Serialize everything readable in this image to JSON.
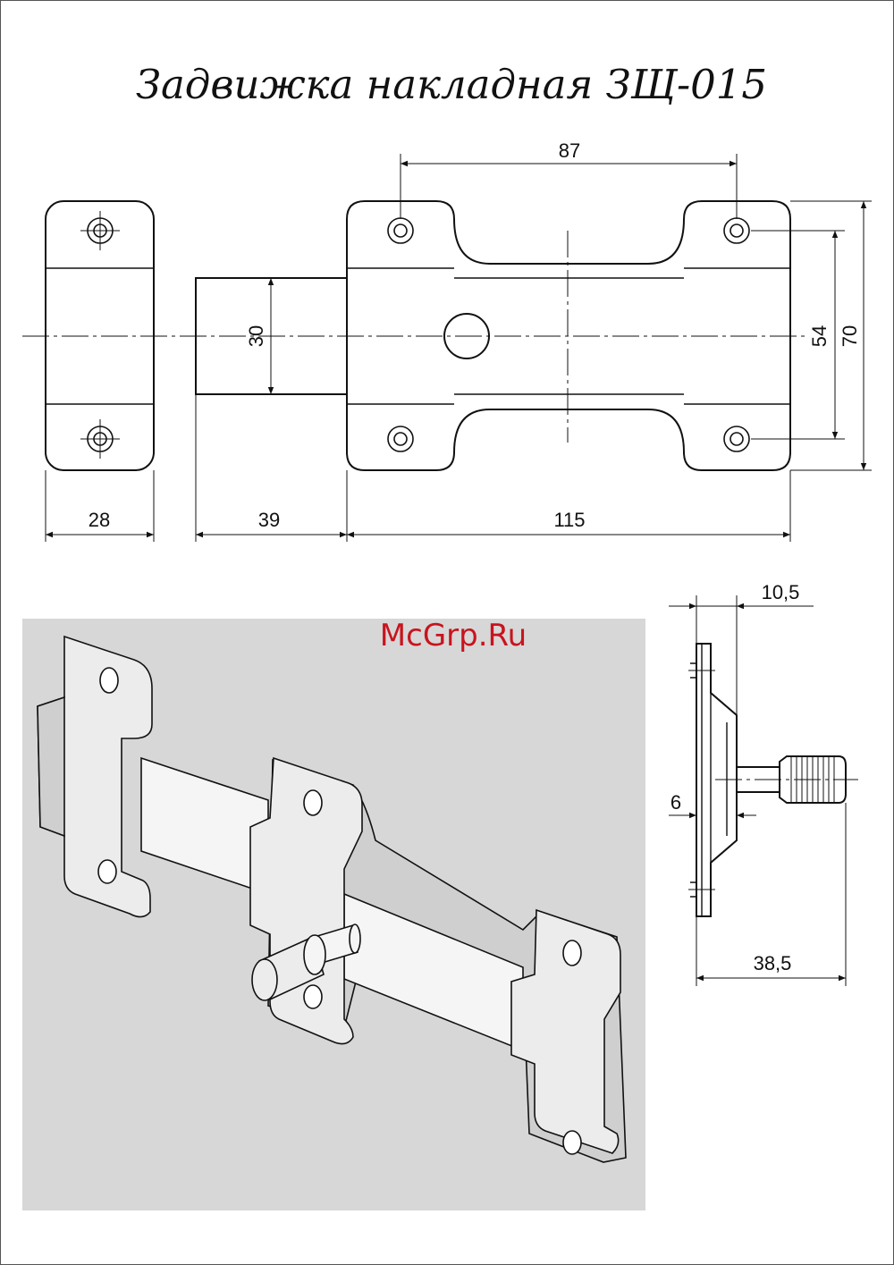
{
  "title": "Задвижка накладная ЗЩ-015",
  "watermark": "McGrp.Ru",
  "dimensions": {
    "d87": "87",
    "d30": "30",
    "d54": "54",
    "d70": "70",
    "d28": "28",
    "d39": "39",
    "d115": "115",
    "d10_5": "10,5",
    "d6": "6",
    "d38_5": "38,5"
  }
}
